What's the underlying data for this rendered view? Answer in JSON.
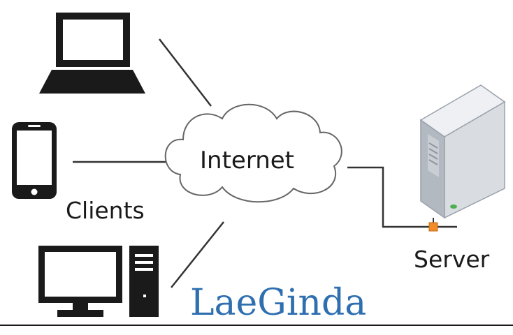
{
  "labels": {
    "internet": "Internet",
    "clients": "Clients",
    "server": "Server"
  },
  "watermark": "LaeGinda",
  "colors": {
    "device": "#1a1a1a",
    "line": "#333333",
    "cloud_stroke": "#666666",
    "server_body": "#d9dde2",
    "server_side": "#b3b9c1",
    "server_led": "#4caf50",
    "connector": "#f28c28",
    "watermark": "#2f6fb0"
  },
  "icons": [
    "laptop-icon",
    "smartphone-icon",
    "desktop-monitor-icon",
    "desktop-tower-icon",
    "cloud-icon",
    "server-icon"
  ]
}
